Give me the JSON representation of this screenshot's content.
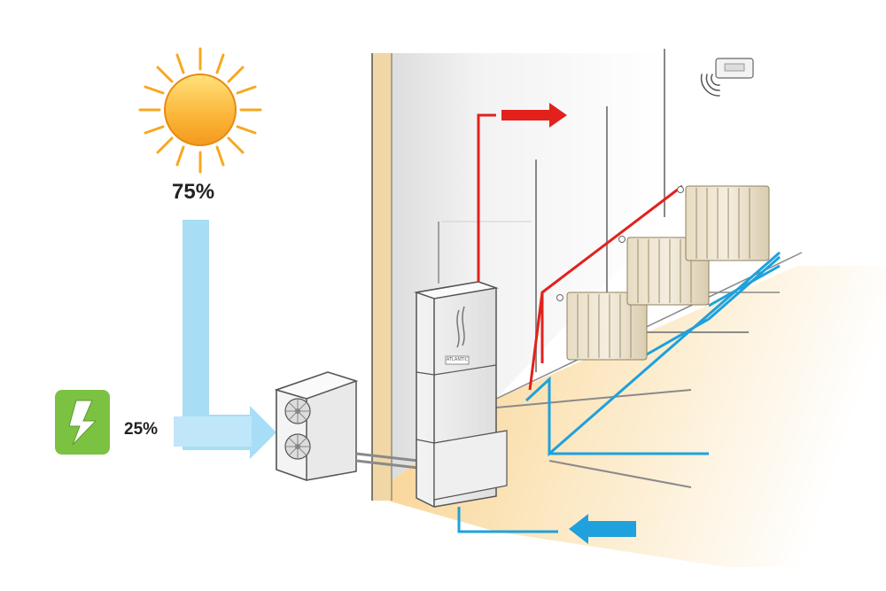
{
  "solar": {
    "percent": "75%",
    "icon": "sun-icon"
  },
  "electricity": {
    "percent": "25%",
    "icon": "lightning-bolt-icon"
  },
  "indoor_unit": {
    "brand": "ATLANTIC"
  },
  "thermostat": {
    "icon": "wireless-thermostat-icon"
  },
  "colors": {
    "hot_water": "#e2211c",
    "cold_return": "#1ea1dc",
    "ambient_energy": "#a8ddf6",
    "electric_badge": "#7cc242",
    "sun": "#f6a821",
    "floor_glow": "#f9d089"
  }
}
